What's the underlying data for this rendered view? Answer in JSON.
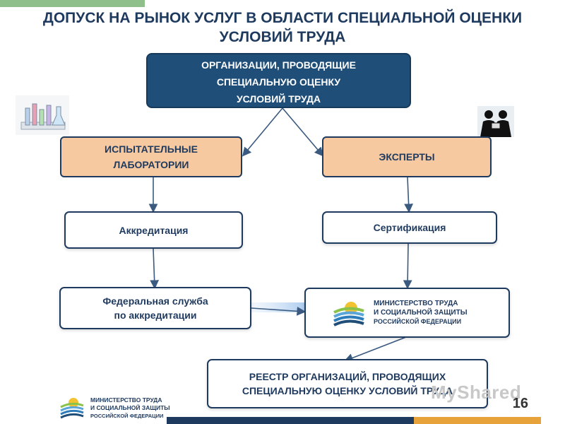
{
  "title": {
    "line1": "ДОПУСК НА РЫНОК УСЛУГ В ОБЛАСТИ СПЕЦИАЛЬНОЙ ОЦЕНКИ",
    "line2": "УСЛОВИЙ ТРУДА"
  },
  "top_box": {
    "line1": "ОРГАНИЗАЦИИ, ПРОВОДЯЩИЕ",
    "line2": "СПЕЦИАЛЬНУЮ ОЦЕНКУ",
    "line3": "УСЛОВИЙ ТРУДА"
  },
  "labs_box": {
    "line1": "ИСПЫТАТЕЛЬНЫЕ",
    "line2": "ЛАБОРАТОРИИ"
  },
  "experts_box": {
    "label": "ЭКСПЕРТЫ"
  },
  "accreditation_box": {
    "label": "Аккредитация"
  },
  "certification_box": {
    "label": "Сертификация"
  },
  "fsa_box": {
    "line1": "Федеральная служба",
    "line2": "по аккредитации"
  },
  "ministry": {
    "line1": "МИНИСТЕРСТВО ТРУДА",
    "line2": "И СОЦИАЛЬНОЙ ЗАЩИТЫ",
    "line3": "РОССИЙСКОЙ ФЕДЕРАЦИИ"
  },
  "registry_box": {
    "line1": "РЕЕСТР ОРГАНИЗАЦИЙ, ПРОВОДЯЩИХ",
    "line2": "СПЕЦИАЛЬНУЮ ОЦЕНКУ УСЛОВИЙ ТРУДА"
  },
  "footer_logo": {
    "line1": "МИНИСТЕРСТВО ТРУДА",
    "line2": "И СОЦИАЛЬНОЙ ЗАЩИТЫ",
    "line3": "РОССИЙСКОЙ ФЕДЕРАЦИИ"
  },
  "slide_number": "16",
  "watermark": "MyShared",
  "colors": {
    "dark_blue": "#1f4e79",
    "navy_text": "#1f3a5f",
    "orange_fill": "#f7c9a1",
    "arrow": "#3a5a80"
  }
}
